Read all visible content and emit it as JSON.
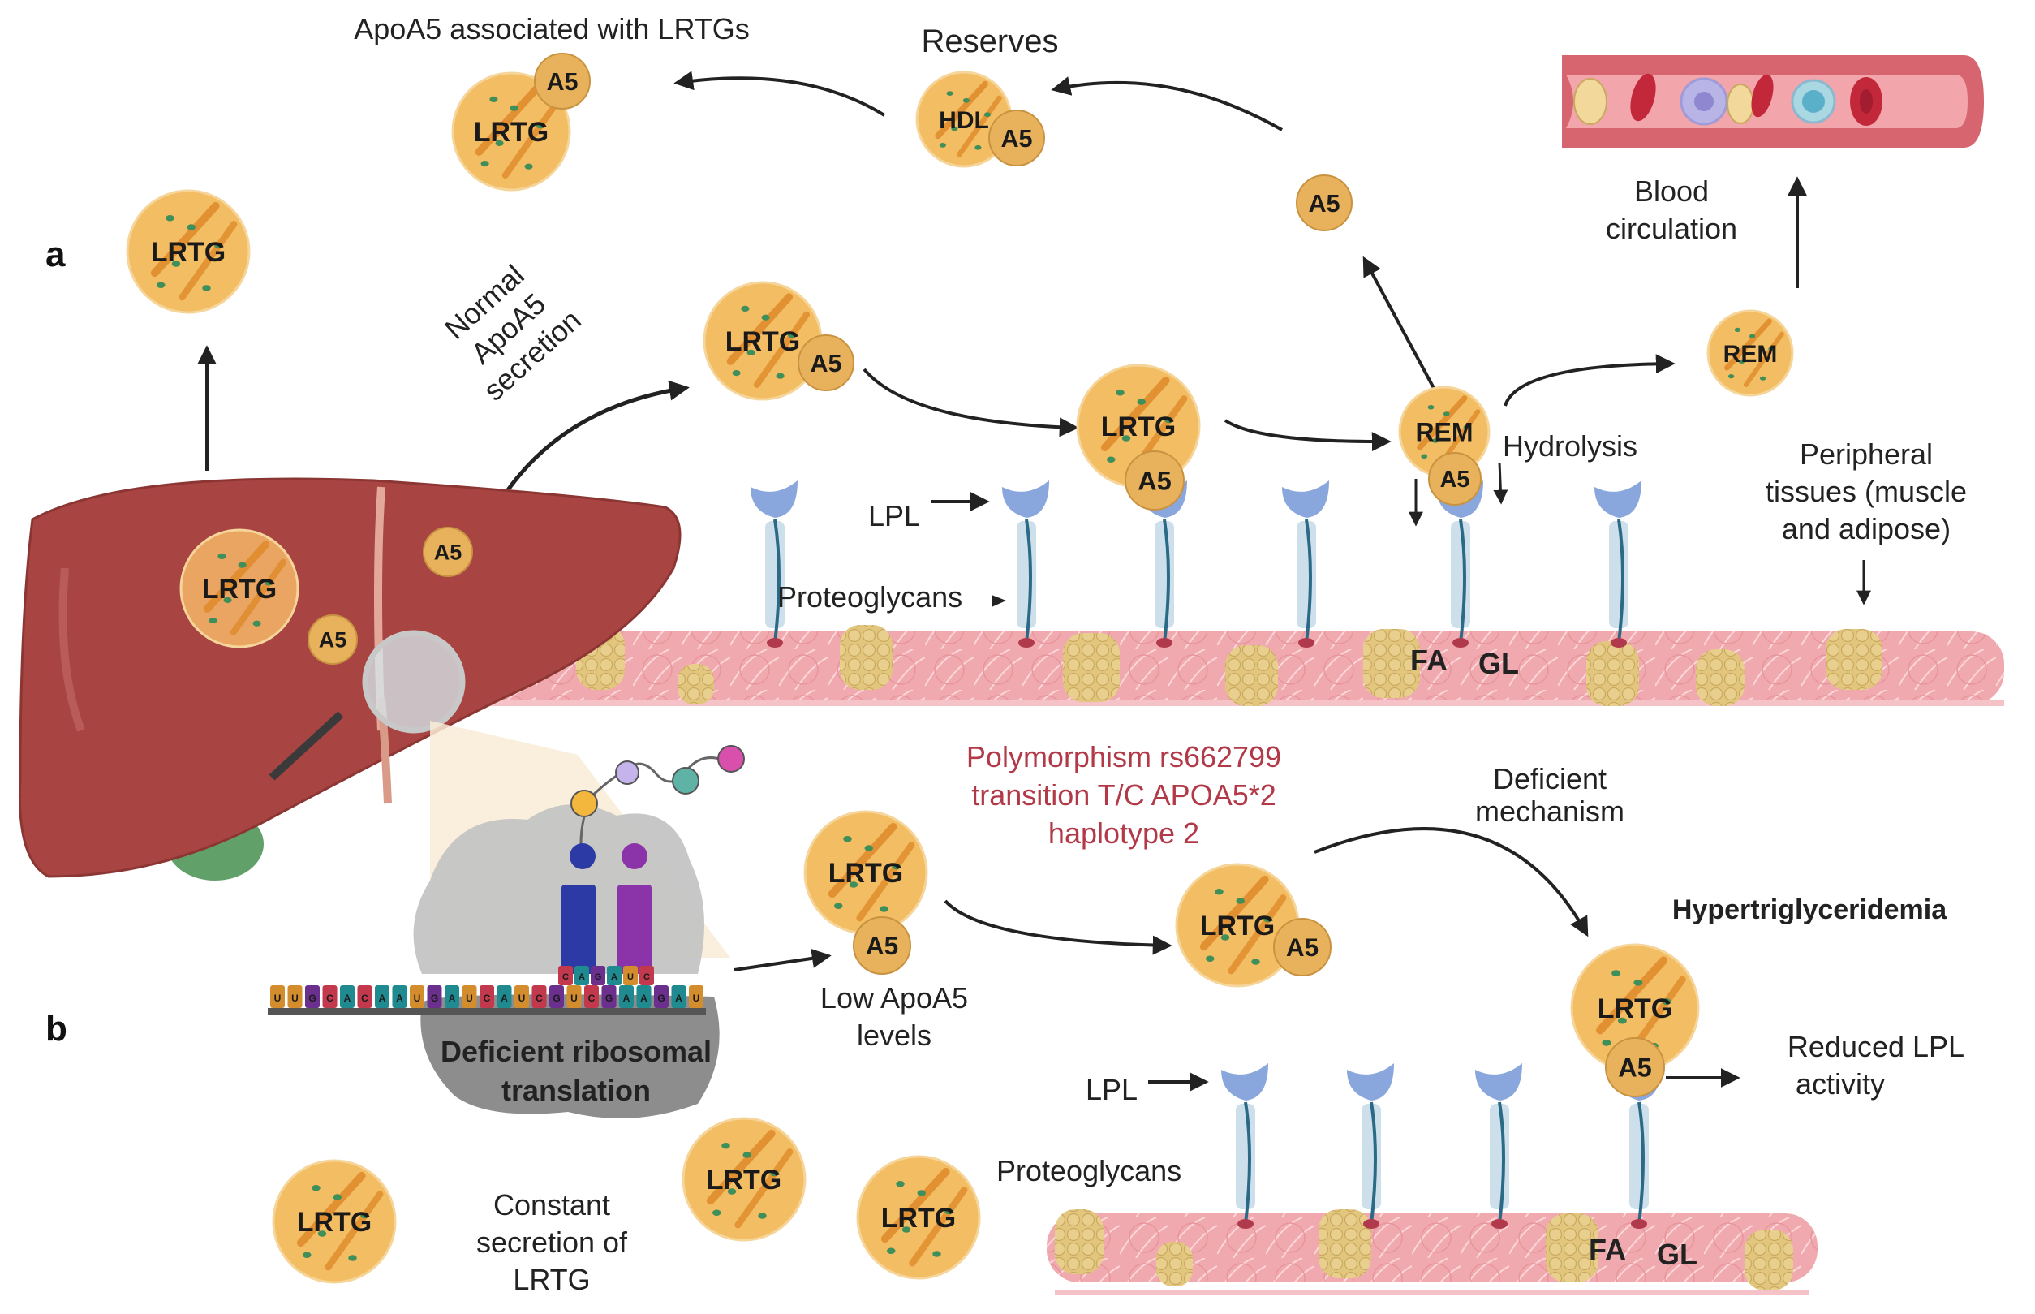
{
  "panels": {
    "a": "a",
    "b": "b"
  },
  "colors": {
    "particle_fill": "#f3bd63",
    "particle_stripe": "#e08a2a",
    "particle_dots": "#3f8f5a",
    "a5_fill": "#e8b25c",
    "liver": "#a84543",
    "liver_dark": "#8c3634",
    "tissue": "#f0a9ae",
    "adipose": "#e3c67e",
    "lpl": "#8aa7dd",
    "proteoglycan_core": "#2b6a86",
    "proteoglycan_glow": "#c8dbe8",
    "vessel": "#d6656f",
    "vessel_inner": "#f2a5ab",
    "ribosome": "#c4c4c4",
    "ribosome_dark": "#8d8d8d",
    "trna_blue": "#2c3aa5",
    "trna_purple": "#8b33a8",
    "red_text": "#b23a48",
    "hyper_text": "#a3202f"
  },
  "particles": {
    "lrtg": "LRTG",
    "a5": "A5",
    "hdl": "HDL",
    "rem": "REM"
  },
  "labels": {
    "apoa5_associated": "ApoA5 associated with LRTGs",
    "reserves": "Reserves",
    "blood_circulation": [
      "Blood",
      "circulation"
    ],
    "normal_secretion": [
      "Normal",
      "ApoA5",
      "secretion"
    ],
    "hydrolysis": "Hydrolysis",
    "peripheral": [
      "Peripheral",
      "tissues (muscle",
      "and adipose)"
    ],
    "lpl": "LPL",
    "proteoglycans": "Proteoglycans",
    "fa": "FA",
    "gl": "GL",
    "polymorphism": [
      "Polymorphism rs662799",
      "transition T/C APOA5*2",
      "haplotype 2"
    ],
    "deficient_mechanism": [
      "Deficient",
      "mechanism"
    ],
    "hypertriglyceridemia": "Hypertriglyceridemia",
    "low_apoa5": [
      "Low ApoA5",
      "levels"
    ],
    "deficient_translation": [
      "Deficient ribosomal",
      "translation"
    ],
    "reduced_lpl": [
      "Reduced LPL",
      "activity"
    ],
    "constant_secretion": [
      "Constant",
      "secretion of",
      "LRTG"
    ]
  },
  "mrna": {
    "strand": [
      "U",
      "U",
      "G",
      "C",
      "A",
      "C",
      "A",
      "A",
      "U",
      "G",
      "A",
      "U",
      "C",
      "A",
      "U",
      "C",
      "G",
      "U",
      "C",
      "G",
      "A",
      "A",
      "G",
      "A",
      "U"
    ],
    "anticodons": [
      "C",
      "A",
      "G",
      "A",
      "U",
      "C"
    ]
  }
}
